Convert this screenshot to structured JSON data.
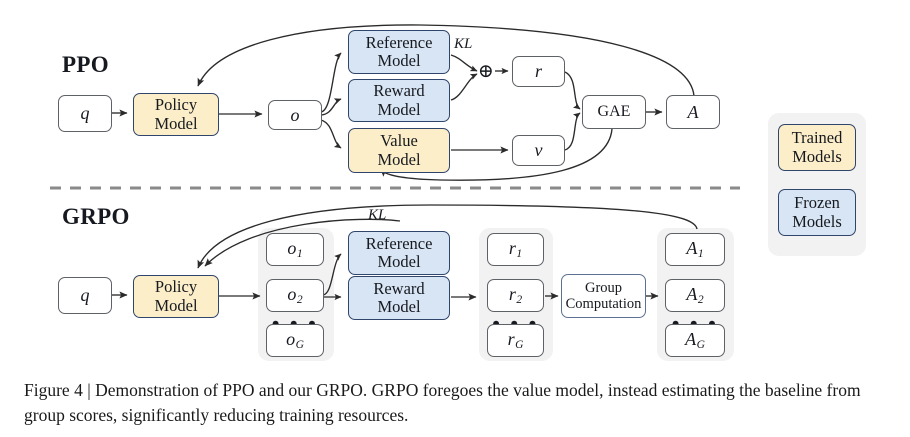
{
  "figure": {
    "caption": "Figure 4 | Demonstration of PPO and our GRPO. GRPO foregoes the value model, instead estimating the baseline from group scores, significantly reducing training resources.",
    "divider": "dashed-horizontal-rule"
  },
  "colors": {
    "trained_fill": "#fceec9",
    "frozen_fill": "#d8e5f4",
    "model_border": "#30456b",
    "plain_border": "#5e6166",
    "group_bg": "#f2f2f2",
    "divider": "#8a8a8a",
    "arrow": "#2b2b2b"
  },
  "ppo": {
    "title": "PPO",
    "nodes": {
      "query": "q",
      "policy_model": {
        "line1": "Policy",
        "line2": "Model"
      },
      "output": "o",
      "reference_model": {
        "line1": "Reference",
        "line2": "Model"
      },
      "reward_model": {
        "line1": "Reward",
        "line2": "Model"
      },
      "value_model": {
        "line1": "Value",
        "line2": "Model"
      },
      "kl_label": "KL",
      "plus_operator": "⊕",
      "reward": "r",
      "value": "v",
      "gae": "GAE",
      "advantage": "A"
    }
  },
  "grpo": {
    "title": "GRPO",
    "nodes": {
      "query": "q",
      "policy_model": {
        "line1": "Policy",
        "line2": "Model"
      },
      "reference_model": {
        "line1": "Reference",
        "line2": "Model"
      },
      "reward_model": {
        "line1": "Reward",
        "line2": "Model"
      },
      "kl_label": "KL",
      "group_computation": {
        "line1": "Group",
        "line2": "Computation"
      }
    },
    "outputs": {
      "first": "o",
      "first_sub": "1",
      "second": "o",
      "second_sub": "2",
      "last": "o",
      "last_sub": "G",
      "ellipsis": "• • •"
    },
    "rewards": {
      "first": "r",
      "first_sub": "1",
      "second": "r",
      "second_sub": "2",
      "last": "r",
      "last_sub": "G",
      "ellipsis": "• • •"
    },
    "advantages": {
      "first": "A",
      "first_sub": "1",
      "second": "A",
      "second_sub": "2",
      "last": "A",
      "last_sub": "G",
      "ellipsis": "• • •"
    }
  },
  "legend": {
    "trained": {
      "line1": "Trained",
      "line2": "Models"
    },
    "frozen": {
      "line1": "Frozen",
      "line2": "Models"
    }
  }
}
